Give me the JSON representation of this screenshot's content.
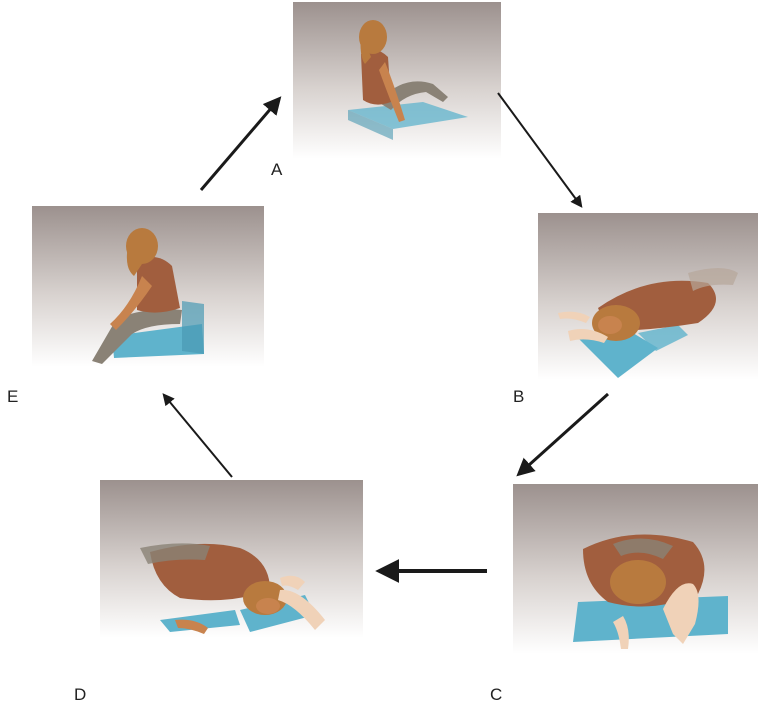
{
  "labels": {
    "a": "A",
    "b": "B",
    "c": "C",
    "d": "D",
    "e": "E"
  },
  "colors": {
    "background_top": "#9c918e",
    "background_bottom": "#ffffff",
    "mat": "#5fb3cc",
    "skin": "#c8834e",
    "shirt": "#a15e3e",
    "trousers": "#8a8276",
    "hair": "#b87a3e",
    "arrow": "#1a1a1a"
  }
}
